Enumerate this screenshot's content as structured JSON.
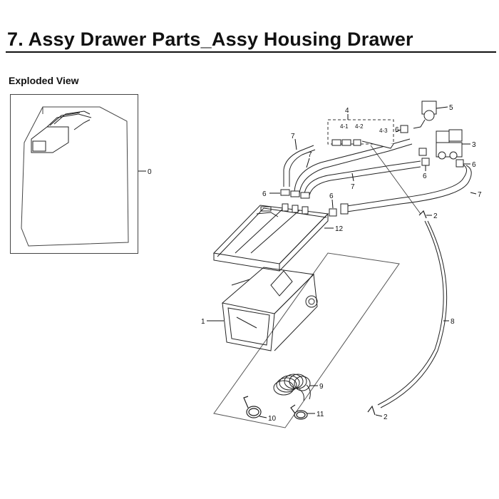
{
  "header": {
    "title": "7.  Assy Drawer Parts_Assy Housing Drawer",
    "section": "Exploded View"
  },
  "callouts": {
    "inset_overall": "0",
    "drawer_housing": "1",
    "hose_clip_upper": "2",
    "hose_clip_lower": "2",
    "water_valve_double": "3",
    "connector_group": "4",
    "connector_4_1": "4-1",
    "connector_4_2": "4-2",
    "connector_4_3": "4-3",
    "water_valve_single": "5",
    "clamp_left": "6",
    "clamp_mid": "6",
    "clamp_top": "6",
    "clamp_valve_left": "6",
    "clamp_valve_right": "6",
    "hose_left": "7",
    "hose_mid_upper": "7",
    "hose_mid_lower": "7",
    "hose_right": "7",
    "long_hose": "8",
    "bellows_hose": "9",
    "clamp_ring_left": "10",
    "clamp_ring_right": "11",
    "drawer_cover": "12"
  }
}
